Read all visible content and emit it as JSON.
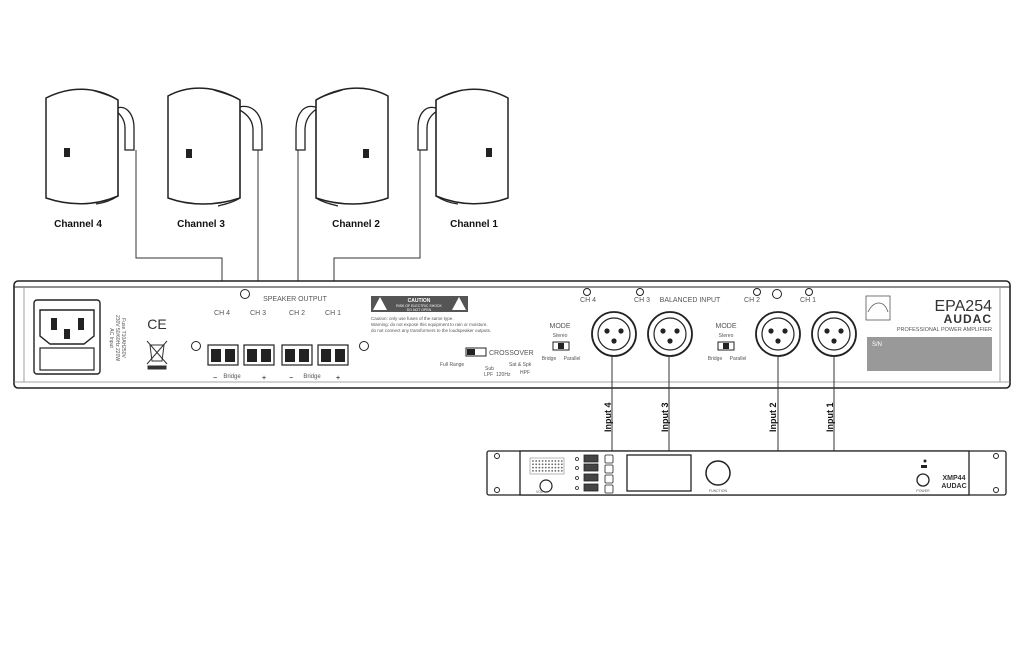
{
  "speakers": [
    {
      "label": "Channel 4"
    },
    {
      "label": "Channel 3"
    },
    {
      "label": "Channel 2"
    },
    {
      "label": "Channel 1"
    }
  ],
  "amplifier": {
    "model": "EPA254",
    "brand": "AUDAC",
    "subtitle": "PROFESSIONAL POWER AMPLIFIER",
    "serial_label": "S/N",
    "ac_input_text": [
      "AC Input",
      "230V 50/60Hz 220W",
      "Fuse T10AH250V"
    ],
    "ce_mark": "CE",
    "speaker_output_label": "SPEAKER OUTPUT",
    "output_channels": [
      "CH 4",
      "CH 3",
      "CH 2",
      "CH 1"
    ],
    "bridge_label": "Bridge",
    "caution_title": "CAUTION",
    "caution_sub": [
      "RISK OF ELECTRIC SHOCK",
      "DO NOT OPEN"
    ],
    "caution_lines": [
      "Caution: only use fuses of the same type.",
      "Warning: do not expose this equipment to rain or moisture.",
      "do not connect any transformers to the loudspeaker outputs."
    ],
    "crossover": {
      "label": "CROSSOVER",
      "options": [
        "Full Range",
        "Sub",
        "LPF",
        "120Hz",
        "Sat & Spk",
        "HPF"
      ]
    },
    "balanced_input_label": "BALANCED INPUT",
    "input_channels": [
      "CH 4",
      "CH 3",
      "CH 2",
      "CH 1"
    ],
    "mode": {
      "label": "MODE",
      "stereo": "Stereo",
      "bridge": "Bridge",
      "parallel": "Parallel"
    }
  },
  "connections": [
    {
      "label": "Input 4"
    },
    {
      "label": "Input 3"
    },
    {
      "label": "Input 2"
    },
    {
      "label": "Input 1"
    }
  ],
  "preamp": {
    "model": "XMP44",
    "brand": "AUDAC",
    "knob_label": "VOL",
    "encoder_label": "FUNCTION",
    "power_label": "POWER"
  }
}
